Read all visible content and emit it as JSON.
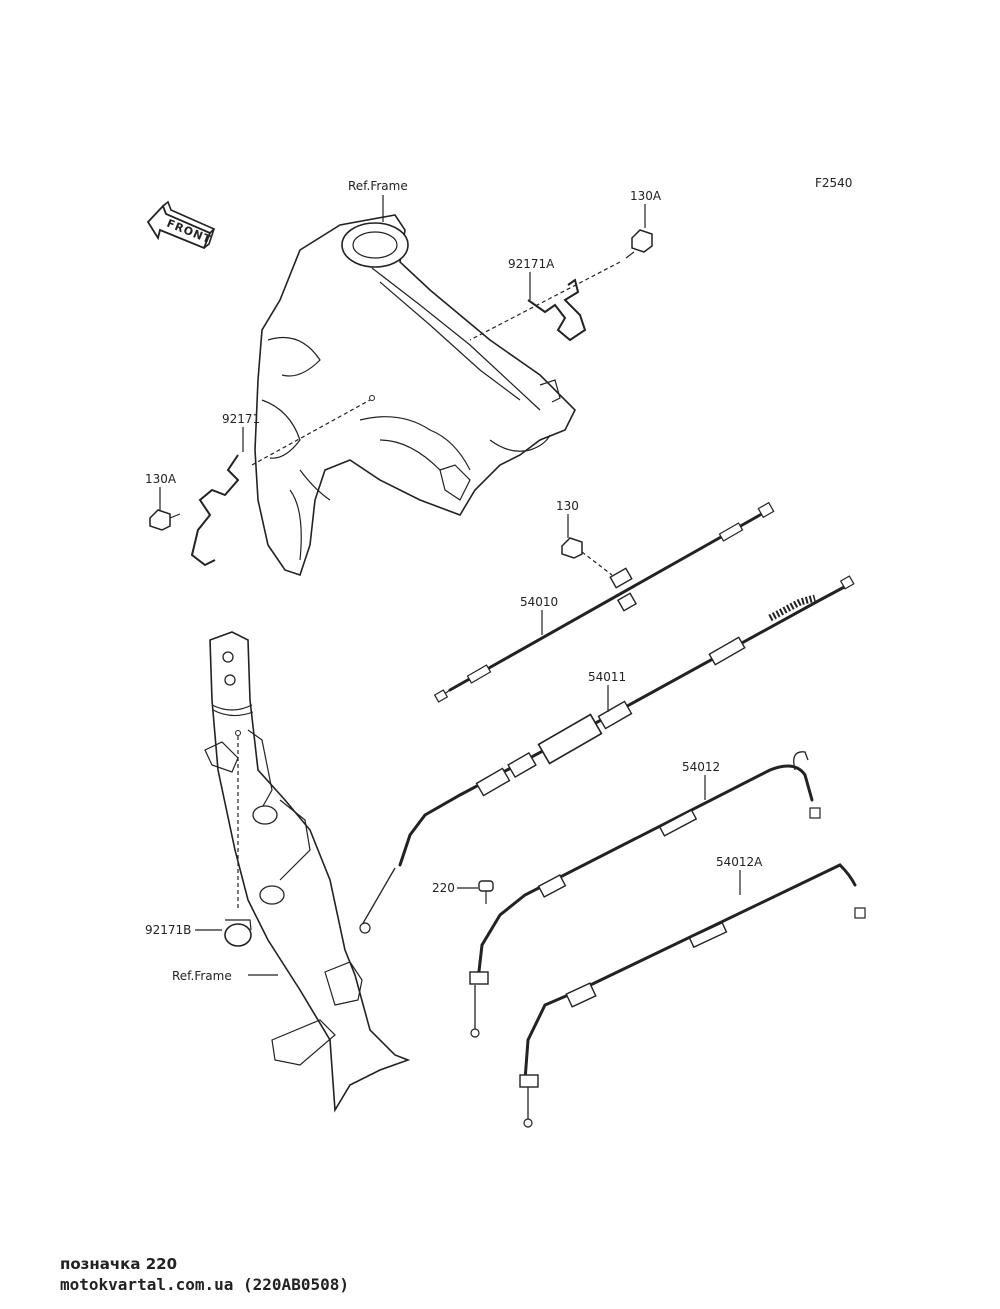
{
  "diagram_code": "F2540",
  "front_arrow_label": "FRONT",
  "labels": {
    "ref_frame_top": "Ref.Frame",
    "ref_frame_bottom": "Ref.Frame",
    "p130A_top": "130A",
    "p130A_left": "130A",
    "p92171A": "92171A",
    "p92171": "92171",
    "p130": "130",
    "p54010": "54010",
    "p54011": "54011",
    "p54012": "54012",
    "p54012A": "54012A",
    "p220": "220",
    "p92171B": "92171B"
  },
  "footer": {
    "line1": "позначка 220",
    "line2": "motokvartal.com.ua (220AB0508)"
  }
}
